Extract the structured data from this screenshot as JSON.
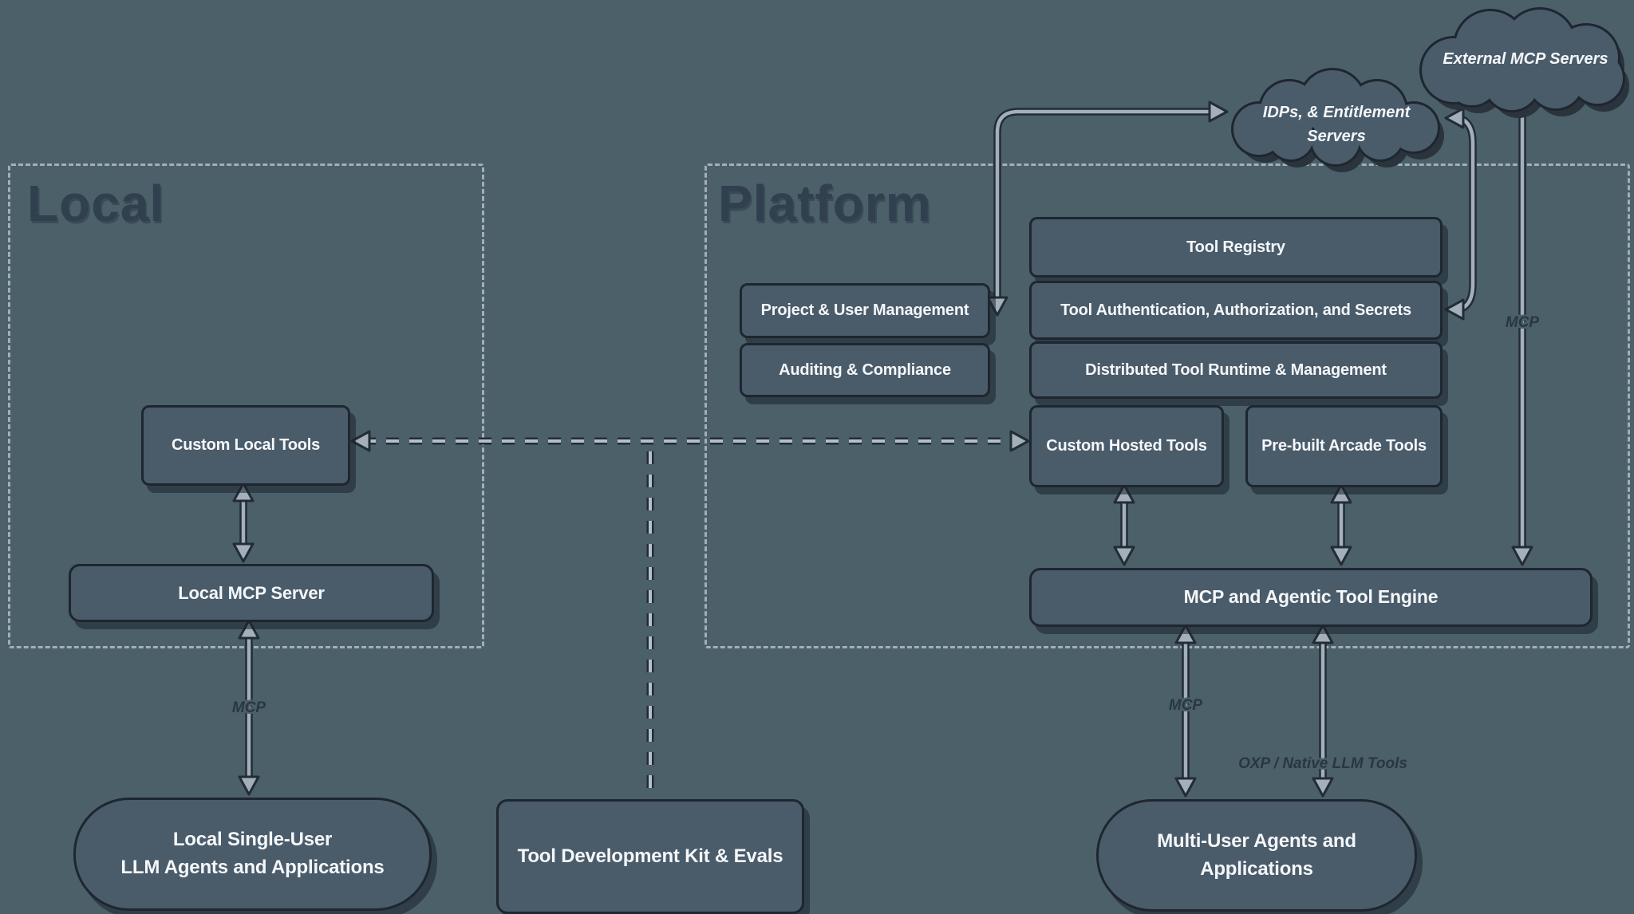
{
  "containers": {
    "local_title": "Local",
    "platform_title": "Platform"
  },
  "clouds": {
    "external_mcp": "External MCP Servers",
    "idps_line1": "IDPs, & Entitlement",
    "idps_line2": "Servers"
  },
  "platform_boxes": {
    "tool_registry": "Tool Registry",
    "project_user_mgmt": "Project & User Management",
    "tool_auth": "Tool Authentication, Authorization, and Secrets",
    "auditing": "Auditing & Compliance",
    "distributed_runtime": "Distributed Tool Runtime & Management",
    "custom_hosted": "Custom Hosted Tools",
    "prebuilt_arcade": "Pre-built Arcade Tools",
    "engine": "MCP and Agentic Tool Engine"
  },
  "local_boxes": {
    "custom_local": "Custom Local Tools",
    "local_mcp_server": "Local MCP Server"
  },
  "bottom_nodes": {
    "local_agents_line1": "Local Single-User",
    "local_agents_line2": "LLM Agents and Applications",
    "tdk": "Tool Development Kit & Evals",
    "multi_user_line1": "Multi-User Agents and",
    "multi_user_line2": "Applications"
  },
  "edge_labels": {
    "mcp_local": "MCP",
    "mcp_engine": "MCP",
    "mcp_external": "MCP",
    "oxp": "OXP / Native LLM Tools"
  },
  "colors": {
    "background": "#4b6069",
    "node_fill": "#4a5b6a",
    "node_border": "#1e2630",
    "node_text": "#f4f7f9",
    "title_text": "#31404e",
    "arrow_light": "#a3b0bb",
    "arrow_dark": "#232c35",
    "dashed_border": "#a2afba"
  }
}
